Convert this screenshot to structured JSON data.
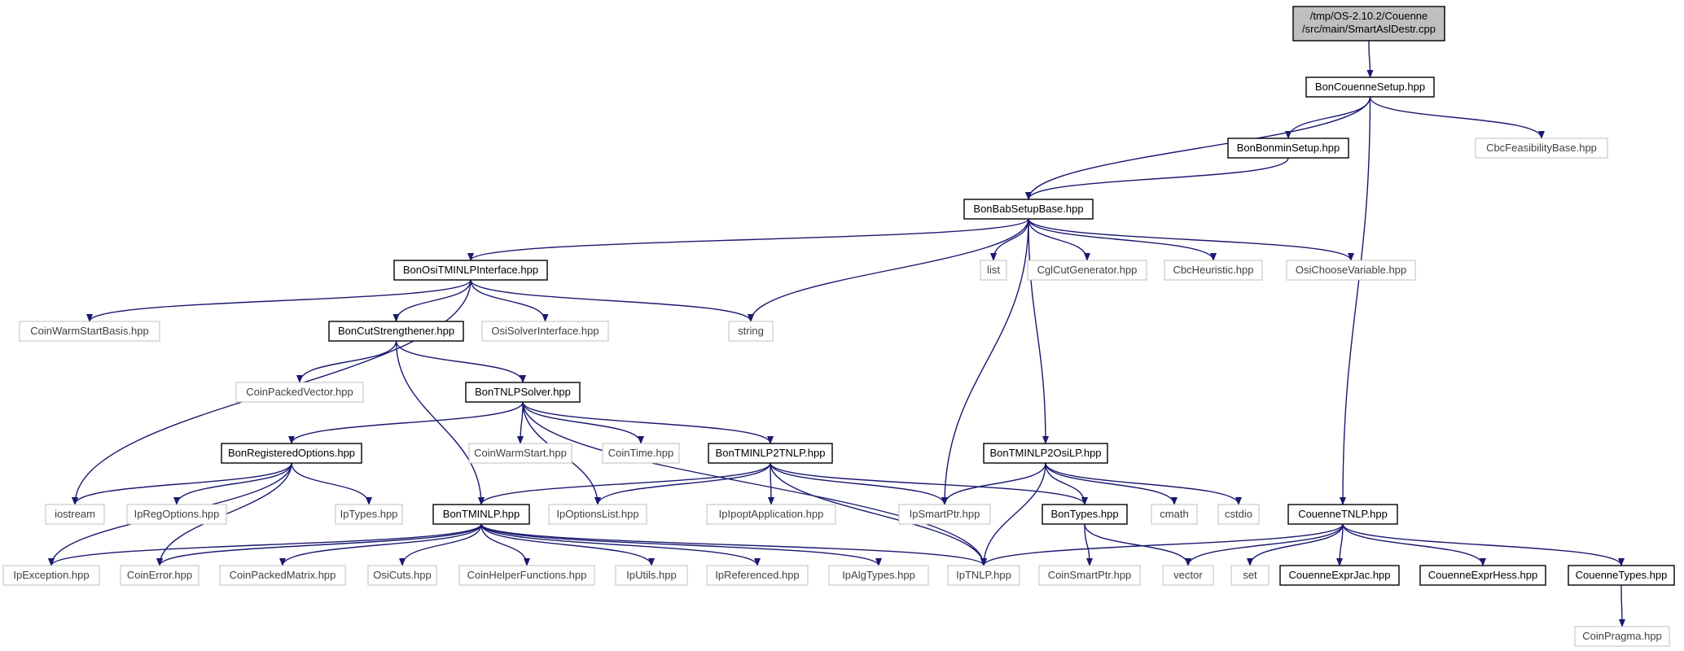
{
  "diagram": {
    "edge_color": "#191970",
    "root_fill": "#bfbfbf",
    "doc_border": "#000000",
    "ext_border": "#bfbfbf",
    "nodes": [
      {
        "id": "root",
        "lines": [
          "/tmp/OS-2.10.2/Couenne",
          "/src/main/SmartAslDestr.cpp"
        ],
        "kind": "root"
      },
      {
        "id": "bcs",
        "lines": [
          "BonCouenneSetup.hpp"
        ],
        "kind": "doc"
      },
      {
        "id": "bbs",
        "lines": [
          "BonBonminSetup.hpp"
        ],
        "kind": "doc"
      },
      {
        "id": "cfb",
        "lines": [
          "CbcFeasibilityBase.hpp"
        ],
        "kind": "ext"
      },
      {
        "id": "bsb",
        "lines": [
          "BonBabSetupBase.hpp"
        ],
        "kind": "doc"
      },
      {
        "id": "boti",
        "lines": [
          "BonOsiTMINLPInterface.hpp"
        ],
        "kind": "doc"
      },
      {
        "id": "list",
        "lines": [
          "list"
        ],
        "kind": "ext"
      },
      {
        "id": "cgl",
        "lines": [
          "CglCutGenerator.hpp"
        ],
        "kind": "ext"
      },
      {
        "id": "cbch",
        "lines": [
          "CbcHeuristic.hpp"
        ],
        "kind": "ext"
      },
      {
        "id": "ocv",
        "lines": [
          "OsiChooseVariable.hpp"
        ],
        "kind": "ext"
      },
      {
        "id": "cwsb",
        "lines": [
          "CoinWarmStartBasis.hpp"
        ],
        "kind": "ext"
      },
      {
        "id": "bcst",
        "lines": [
          "BonCutStrengthener.hpp"
        ],
        "kind": "doc"
      },
      {
        "id": "osi",
        "lines": [
          "OsiSolverInterface.hpp"
        ],
        "kind": "ext"
      },
      {
        "id": "string",
        "lines": [
          "string"
        ],
        "kind": "ext"
      },
      {
        "id": "cpv",
        "lines": [
          "CoinPackedVector.hpp"
        ],
        "kind": "ext"
      },
      {
        "id": "btnlps",
        "lines": [
          "BonTNLPSolver.hpp"
        ],
        "kind": "doc"
      },
      {
        "id": "bro",
        "lines": [
          "BonRegisteredOptions.hpp"
        ],
        "kind": "doc"
      },
      {
        "id": "cws",
        "lines": [
          "CoinWarmStart.hpp"
        ],
        "kind": "ext"
      },
      {
        "id": "ctime",
        "lines": [
          "CoinTime.hpp"
        ],
        "kind": "ext"
      },
      {
        "id": "bt2t",
        "lines": [
          "BonTMINLP2TNLP.hpp"
        ],
        "kind": "doc"
      },
      {
        "id": "bt2o",
        "lines": [
          "BonTMINLP2OsiLP.hpp"
        ],
        "kind": "doc"
      },
      {
        "id": "iostream",
        "lines": [
          "iostream"
        ],
        "kind": "ext"
      },
      {
        "id": "iro",
        "lines": [
          "IpRegOptions.hpp"
        ],
        "kind": "ext"
      },
      {
        "id": "ity",
        "lines": [
          "IpTypes.hpp"
        ],
        "kind": "ext"
      },
      {
        "id": "btminlp",
        "lines": [
          "BonTMINLP.hpp"
        ],
        "kind": "doc"
      },
      {
        "id": "iol",
        "lines": [
          "IpOptionsList.hpp"
        ],
        "kind": "ext"
      },
      {
        "id": "iia",
        "lines": [
          "IpIpoptApplication.hpp"
        ],
        "kind": "ext"
      },
      {
        "id": "isp",
        "lines": [
          "IpSmartPtr.hpp"
        ],
        "kind": "ext"
      },
      {
        "id": "btypes",
        "lines": [
          "BonTypes.hpp"
        ],
        "kind": "doc"
      },
      {
        "id": "cmath",
        "lines": [
          "cmath"
        ],
        "kind": "ext"
      },
      {
        "id": "cstdio",
        "lines": [
          "cstdio"
        ],
        "kind": "ext"
      },
      {
        "id": "ctnlp",
        "lines": [
          "CouenneTNLP.hpp"
        ],
        "kind": "doc"
      },
      {
        "id": "iex",
        "lines": [
          "IpException.hpp"
        ],
        "kind": "ext"
      },
      {
        "id": "cerr",
        "lines": [
          "CoinError.hpp"
        ],
        "kind": "ext"
      },
      {
        "id": "cpm",
        "lines": [
          "CoinPackedMatrix.hpp"
        ],
        "kind": "ext"
      },
      {
        "id": "ocuts",
        "lines": [
          "OsiCuts.hpp"
        ],
        "kind": "ext"
      },
      {
        "id": "chf",
        "lines": [
          "CoinHelperFunctions.hpp"
        ],
        "kind": "ext"
      },
      {
        "id": "iut",
        "lines": [
          "IpUtils.hpp"
        ],
        "kind": "ext"
      },
      {
        "id": "iref",
        "lines": [
          "IpReferenced.hpp"
        ],
        "kind": "ext"
      },
      {
        "id": "ialg",
        "lines": [
          "IpAlgTypes.hpp"
        ],
        "kind": "ext"
      },
      {
        "id": "itnlp",
        "lines": [
          "IpTNLP.hpp"
        ],
        "kind": "ext"
      },
      {
        "id": "csp",
        "lines": [
          "CoinSmartPtr.hpp"
        ],
        "kind": "ext"
      },
      {
        "id": "vector",
        "lines": [
          "vector"
        ],
        "kind": "ext"
      },
      {
        "id": "set",
        "lines": [
          "set"
        ],
        "kind": "ext"
      },
      {
        "id": "cej",
        "lines": [
          "CouenneExprJac.hpp"
        ],
        "kind": "doc"
      },
      {
        "id": "ceh",
        "lines": [
          "CouenneExprHess.hpp"
        ],
        "kind": "doc"
      },
      {
        "id": "ctypes",
        "lines": [
          "CouenneTypes.hpp"
        ],
        "kind": "doc"
      },
      {
        "id": "cprag",
        "lines": [
          "CoinPragma.hpp"
        ],
        "kind": "ext"
      }
    ],
    "edges": [
      [
        "root",
        "bcs"
      ],
      [
        "bcs",
        "bsb"
      ],
      [
        "bcs",
        "bbs"
      ],
      [
        "bcs",
        "cfb"
      ],
      [
        "bcs",
        "ctnlp"
      ],
      [
        "bbs",
        "bsb"
      ],
      [
        "bsb",
        "boti"
      ],
      [
        "bsb",
        "list"
      ],
      [
        "bsb",
        "cgl"
      ],
      [
        "bsb",
        "cbch"
      ],
      [
        "bsb",
        "ocv"
      ],
      [
        "bsb",
        "string"
      ],
      [
        "bsb",
        "isp"
      ],
      [
        "bsb",
        "bt2o"
      ],
      [
        "boti",
        "cwsb"
      ],
      [
        "boti",
        "bcst"
      ],
      [
        "boti",
        "osi"
      ],
      [
        "boti",
        "string"
      ],
      [
        "boti",
        "iostream"
      ],
      [
        "bcst",
        "cpv"
      ],
      [
        "bcst",
        "btnlps"
      ],
      [
        "bcst",
        "btminlp"
      ],
      [
        "btnlps",
        "bro"
      ],
      [
        "btnlps",
        "cws"
      ],
      [
        "btnlps",
        "ctime"
      ],
      [
        "btnlps",
        "bt2t"
      ],
      [
        "btnlps",
        "iol"
      ],
      [
        "btnlps",
        "itnlp"
      ],
      [
        "bro",
        "iostream"
      ],
      [
        "bro",
        "iro"
      ],
      [
        "bro",
        "ity"
      ],
      [
        "bro",
        "iex"
      ],
      [
        "bro",
        "cerr"
      ],
      [
        "bt2t",
        "btminlp"
      ],
      [
        "bt2t",
        "iol"
      ],
      [
        "bt2t",
        "iia"
      ],
      [
        "bt2t",
        "isp"
      ],
      [
        "bt2t",
        "btypes"
      ],
      [
        "bt2t",
        "itnlp"
      ],
      [
        "bt2o",
        "isp"
      ],
      [
        "bt2o",
        "btypes"
      ],
      [
        "bt2o",
        "cmath"
      ],
      [
        "bt2o",
        "cstdio"
      ],
      [
        "bt2o",
        "itnlp"
      ],
      [
        "btminlp",
        "iex"
      ],
      [
        "btminlp",
        "cerr"
      ],
      [
        "btminlp",
        "cpm"
      ],
      [
        "btminlp",
        "ocuts"
      ],
      [
        "btminlp",
        "chf"
      ],
      [
        "btminlp",
        "iut"
      ],
      [
        "btminlp",
        "iref"
      ],
      [
        "btminlp",
        "ialg"
      ],
      [
        "btminlp",
        "itnlp"
      ],
      [
        "btypes",
        "csp"
      ],
      [
        "btypes",
        "vector"
      ],
      [
        "ctnlp",
        "itnlp"
      ],
      [
        "ctnlp",
        "vector"
      ],
      [
        "ctnlp",
        "set"
      ],
      [
        "ctnlp",
        "cej"
      ],
      [
        "ctnlp",
        "ceh"
      ],
      [
        "ctnlp",
        "ctypes"
      ],
      [
        "ctypes",
        "cprag"
      ]
    ]
  }
}
